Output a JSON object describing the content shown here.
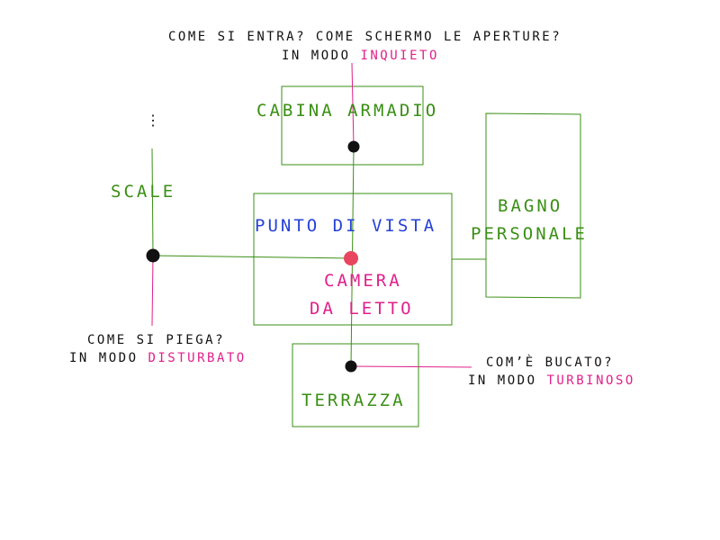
{
  "colors": {
    "green": "#3a8f14",
    "blue": "#2642d6",
    "pink": "#e0208a",
    "black": "#111111",
    "red_dot": "#e8455f"
  },
  "rooms": {
    "cabina": "CABINA ARMADIO",
    "scale": "SCALE",
    "punto_di_vista": "PUNTO DI VISTA",
    "camera_line1": "CAMERA",
    "camera_line2": "DA LETTO",
    "bagno_line1": "BAGNO",
    "bagno_line2": "PERSONALE",
    "terrazza": "TERRAZZA",
    "ellipsis": "⋮"
  },
  "notes": {
    "top_q": "COME SI ENTRA? COME SCHERMO LE APERTURE?",
    "top_prefix": "IN MODO",
    "top_word": "INQUIETO",
    "left_q": "COME SI PIEGA?",
    "left_prefix": "IN MODO",
    "left_word": "DISTURBATO",
    "right_q": "COM’È BUCATO?",
    "right_prefix": "IN MODO",
    "right_word": "TURBINOSO"
  }
}
